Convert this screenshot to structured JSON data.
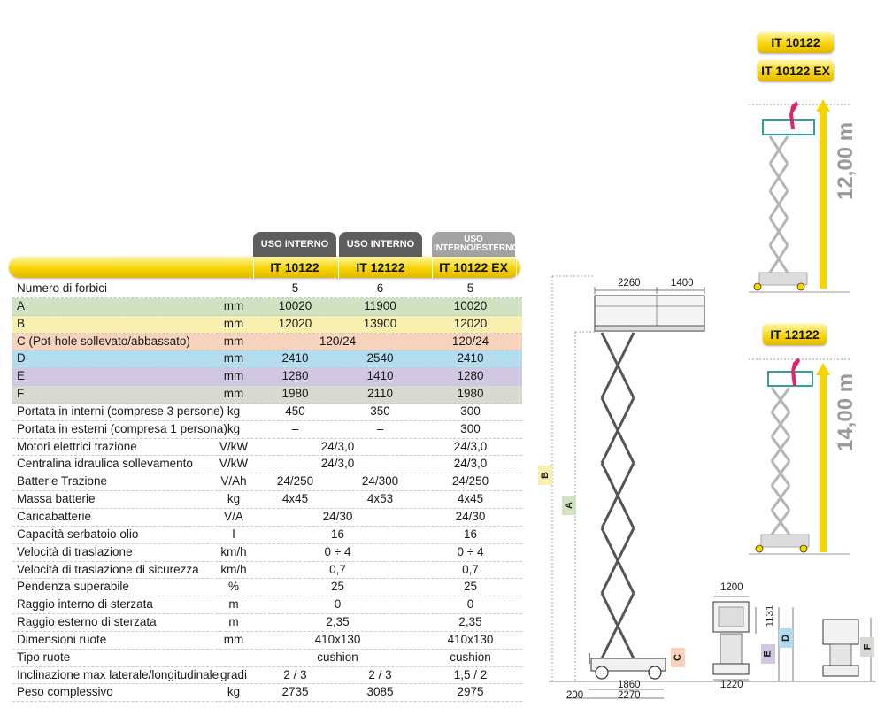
{
  "header": {
    "tabs": [
      "USO INTERNO",
      "USO INTERNO",
      "USO INTERNO/ESTERNO"
    ],
    "models": [
      "IT 10122",
      "IT 12122",
      "IT 10122 EX"
    ]
  },
  "rows": [
    {
      "label": "Numero di forbici",
      "unit": "",
      "v1": "5",
      "v2": "6",
      "v3": "5",
      "color": ""
    },
    {
      "label": "A",
      "unit": "mm",
      "v1": "10020",
      "v2": "11900",
      "v3": "10020",
      "color": "#cfe3c3"
    },
    {
      "label": "B",
      "unit": "mm",
      "v1": "12020",
      "v2": "13900",
      "v3": "12020",
      "color": "#f9f0b0"
    },
    {
      "label": "C (Pot-hole sollevato/abbassato)",
      "unit": "mm",
      "v12": "120/24",
      "v3": "120/24",
      "color": "#f7d2bd"
    },
    {
      "label": "D",
      "unit": "mm",
      "v1": "2410",
      "v2": "2540",
      "v3": "2410",
      "color": "#b3dcef"
    },
    {
      "label": "E",
      "unit": "mm",
      "v1": "1280",
      "v2": "1410",
      "v3": "1280",
      "color": "#d2c7e2"
    },
    {
      "label": "F",
      "unit": "mm",
      "v1": "1980",
      "v2": "2110",
      "v3": "1980",
      "color": "#d9d9d4"
    },
    {
      "label": "Portata in interni (comprese 3 persone)",
      "unit": "kg",
      "v1": "450",
      "v2": "350",
      "v3": "300",
      "color": ""
    },
    {
      "label": "Portata in esterni (compresa 1 persona)",
      "unit": "kg",
      "v1": "–",
      "v2": "–",
      "v3": "300",
      "color": ""
    },
    {
      "label": "Motori elettrici trazione",
      "unit": "V/kW",
      "v12": "24/3,0",
      "v3": "24/3,0",
      "color": ""
    },
    {
      "label": "Centralina idraulica sollevamento",
      "unit": "V/kW",
      "v12": "24/3,0",
      "v3": "24/3,0",
      "color": ""
    },
    {
      "label": "Batterie Trazione",
      "unit": "V/Ah",
      "v1": "24/250",
      "v2": "24/300",
      "v3": "24/250",
      "color": ""
    },
    {
      "label": "Massa batterie",
      "unit": "kg",
      "v1": "4x45",
      "v2": "4x53",
      "v3": "4x45",
      "color": ""
    },
    {
      "label": "Caricabatterie",
      "unit": "V/A",
      "v12": "24/30",
      "v3": "24/30",
      "color": ""
    },
    {
      "label": "Capacità serbatoio olio",
      "unit": "l",
      "v12": "16",
      "v3": "16",
      "color": ""
    },
    {
      "label": "Velocità di traslazione",
      "unit": "km/h",
      "v12": "0 ÷ 4",
      "v3": "0 ÷ 4",
      "color": ""
    },
    {
      "label": "Velocità di traslazione di sicurezza",
      "unit": "km/h",
      "v12": "0,7",
      "v3": "0,7",
      "color": ""
    },
    {
      "label": "Pendenza superabile",
      "unit": "%",
      "v12": "25",
      "v3": "25",
      "color": ""
    },
    {
      "label": "Raggio interno di sterzata",
      "unit": "m",
      "v12": "0",
      "v3": "0",
      "color": ""
    },
    {
      "label": "Raggio esterno di sterzata",
      "unit": "m",
      "v12": "2,35",
      "v3": "2,35",
      "color": ""
    },
    {
      "label": "Dimensioni ruote",
      "unit": "mm",
      "v12": "410x130",
      "v3": "410x130",
      "color": ""
    },
    {
      "label": "Tipo ruote",
      "unit": "",
      "v12": "cushion",
      "v3": "cushion",
      "color": ""
    },
    {
      "label": "Inclinazione max laterale/longitudinale",
      "unit": "gradi",
      "v1": "2 / 3",
      "v2": "2 / 3",
      "v3": "1,5 / 2",
      "color": ""
    },
    {
      "label": "Peso complessivo",
      "unit": "kg",
      "v1": "2735",
      "v2": "3085",
      "v3": "2975",
      "color": ""
    }
  ],
  "drawing": {
    "labels_top": [
      "IT 10122",
      "IT 10122 EX"
    ],
    "label_mid": "IT 12122",
    "height_top": "12,00 m",
    "height_mid": "14,00 m",
    "dims": {
      "plat_len": "2260",
      "ext": "1400",
      "wheelbase": "1860",
      "overall": "2270",
      "front": "200",
      "width_top": "1200",
      "width_bottom": "1220",
      "side_h": "1131"
    },
    "letters": {
      "A": "A",
      "B": "B",
      "C": "C",
      "D": "D",
      "E": "E",
      "F": "F"
    },
    "colors": {
      "accent": "#f6d400",
      "railing": "#2fa38f",
      "scissor": "#b5b5b5",
      "person": "#d9266e"
    }
  }
}
